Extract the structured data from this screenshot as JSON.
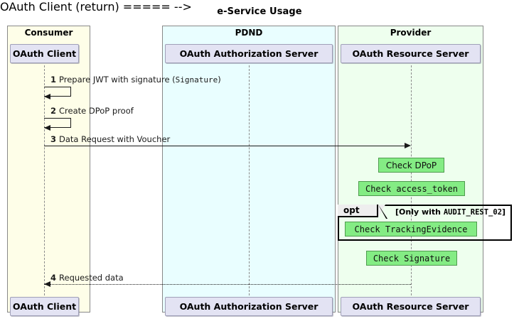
{
  "diagram": {
    "title": "e-Service Usage",
    "type": "sequence-diagram"
  },
  "groups": [
    {
      "name": "consumer",
      "label": "Consumer",
      "color": "#fefee8",
      "border": "#888888"
    },
    {
      "name": "pdnd",
      "label": "PDND",
      "color": "#e9feff",
      "border": "#888888"
    },
    {
      "name": "provider",
      "label": "Provider",
      "color": "#eeffee",
      "border": "#888888"
    }
  ],
  "participants": [
    {
      "name": "oauth-client",
      "label": "OAuth Client",
      "group": "consumer",
      "color": "#e3e3f3"
    },
    {
      "name": "oauth-authorization-server",
      "label": "OAuth Authorization Server",
      "group": "pdnd",
      "color": "#e3e3f3"
    },
    {
      "name": "oauth-resource-server",
      "label": "OAuth Resource Server",
      "group": "provider",
      "color": "#e3e3f3"
    }
  ],
  "messages": [
    {
      "seq": "1",
      "text": "Prepare JWT with signature (",
      "code": "Signature",
      "text_after": ")",
      "from": "oauth-client",
      "to": "oauth-client",
      "kind": "self",
      "style": "solid"
    },
    {
      "seq": "2",
      "text": "Create DPoP proof",
      "code": "",
      "text_after": "",
      "from": "oauth-client",
      "to": "oauth-client",
      "kind": "self",
      "style": "solid"
    },
    {
      "seq": "3",
      "text": "Data Request with Voucher",
      "code": "",
      "text_after": "",
      "from": "oauth-client",
      "to": "oauth-resource-server",
      "kind": "forward",
      "style": "solid"
    },
    {
      "seq": "4",
      "text": "Requested data",
      "code": "",
      "text_after": "",
      "from": "oauth-resource-server",
      "to": "oauth-client",
      "kind": "return",
      "style": "dotted"
    }
  ],
  "notes": [
    {
      "name": "note-check-dpop",
      "label": "Check DPoP",
      "font": "sans",
      "color": "#84ec84"
    },
    {
      "name": "note-check-access-token",
      "label": "Check access_token",
      "font": "mono",
      "color": "#84ec84"
    },
    {
      "name": "note-check-tracking-evidence",
      "label": "Check TrackingEvidence",
      "font": "mono",
      "color": "#84ec84"
    },
    {
      "name": "note-check-signature",
      "label": "Check Signature",
      "font": "mono",
      "color": "#84ec84"
    }
  ],
  "fragment": {
    "name": "opt-fragment",
    "type": "opt",
    "condition_prefix": "[Only with ",
    "condition_code": "AUDIT_REST_02",
    "condition_suffix": "]"
  }
}
